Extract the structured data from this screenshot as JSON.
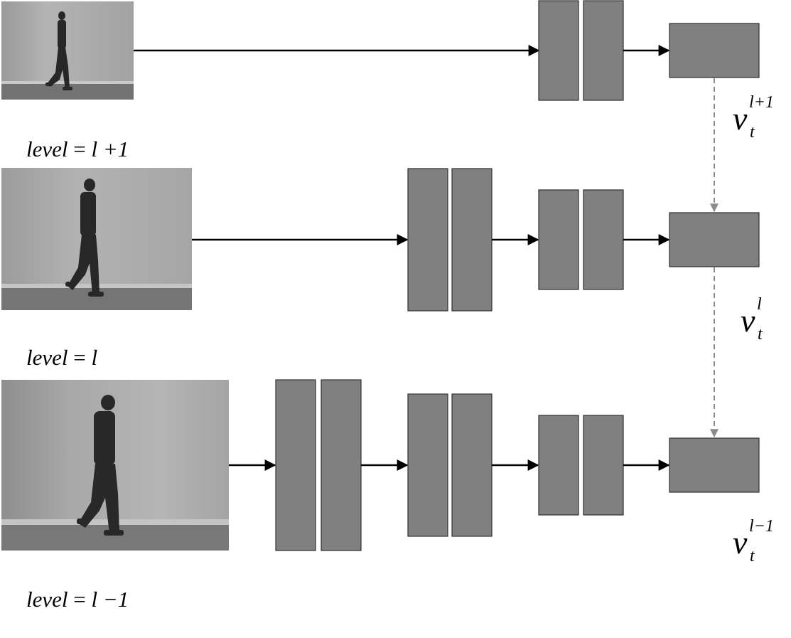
{
  "levels": [
    {
      "id": "upper",
      "label_var": "level",
      "label_eq": " = ",
      "label_expr": "l +1",
      "vector": {
        "base": "v",
        "sub": "t",
        "sup": "l+1"
      }
    },
    {
      "id": "middle",
      "label_var": "level",
      "label_eq": " = ",
      "label_expr": "l",
      "vector": {
        "base": "v",
        "sub": "t",
        "sup": "l"
      }
    },
    {
      "id": "lower",
      "label_var": "level",
      "label_eq": " = ",
      "label_expr": "l −1",
      "vector": {
        "base": "v",
        "sub": "t",
        "sup": "l−1"
      }
    }
  ],
  "colors": {
    "block_fill": "#808080",
    "block_stroke": "#303030",
    "arrow": "#000000",
    "dashed_arrow": "#8c8c8c",
    "photo_wall": "#a9a9a9",
    "photo_floor": "#6f6f6f",
    "person": "#262626"
  }
}
